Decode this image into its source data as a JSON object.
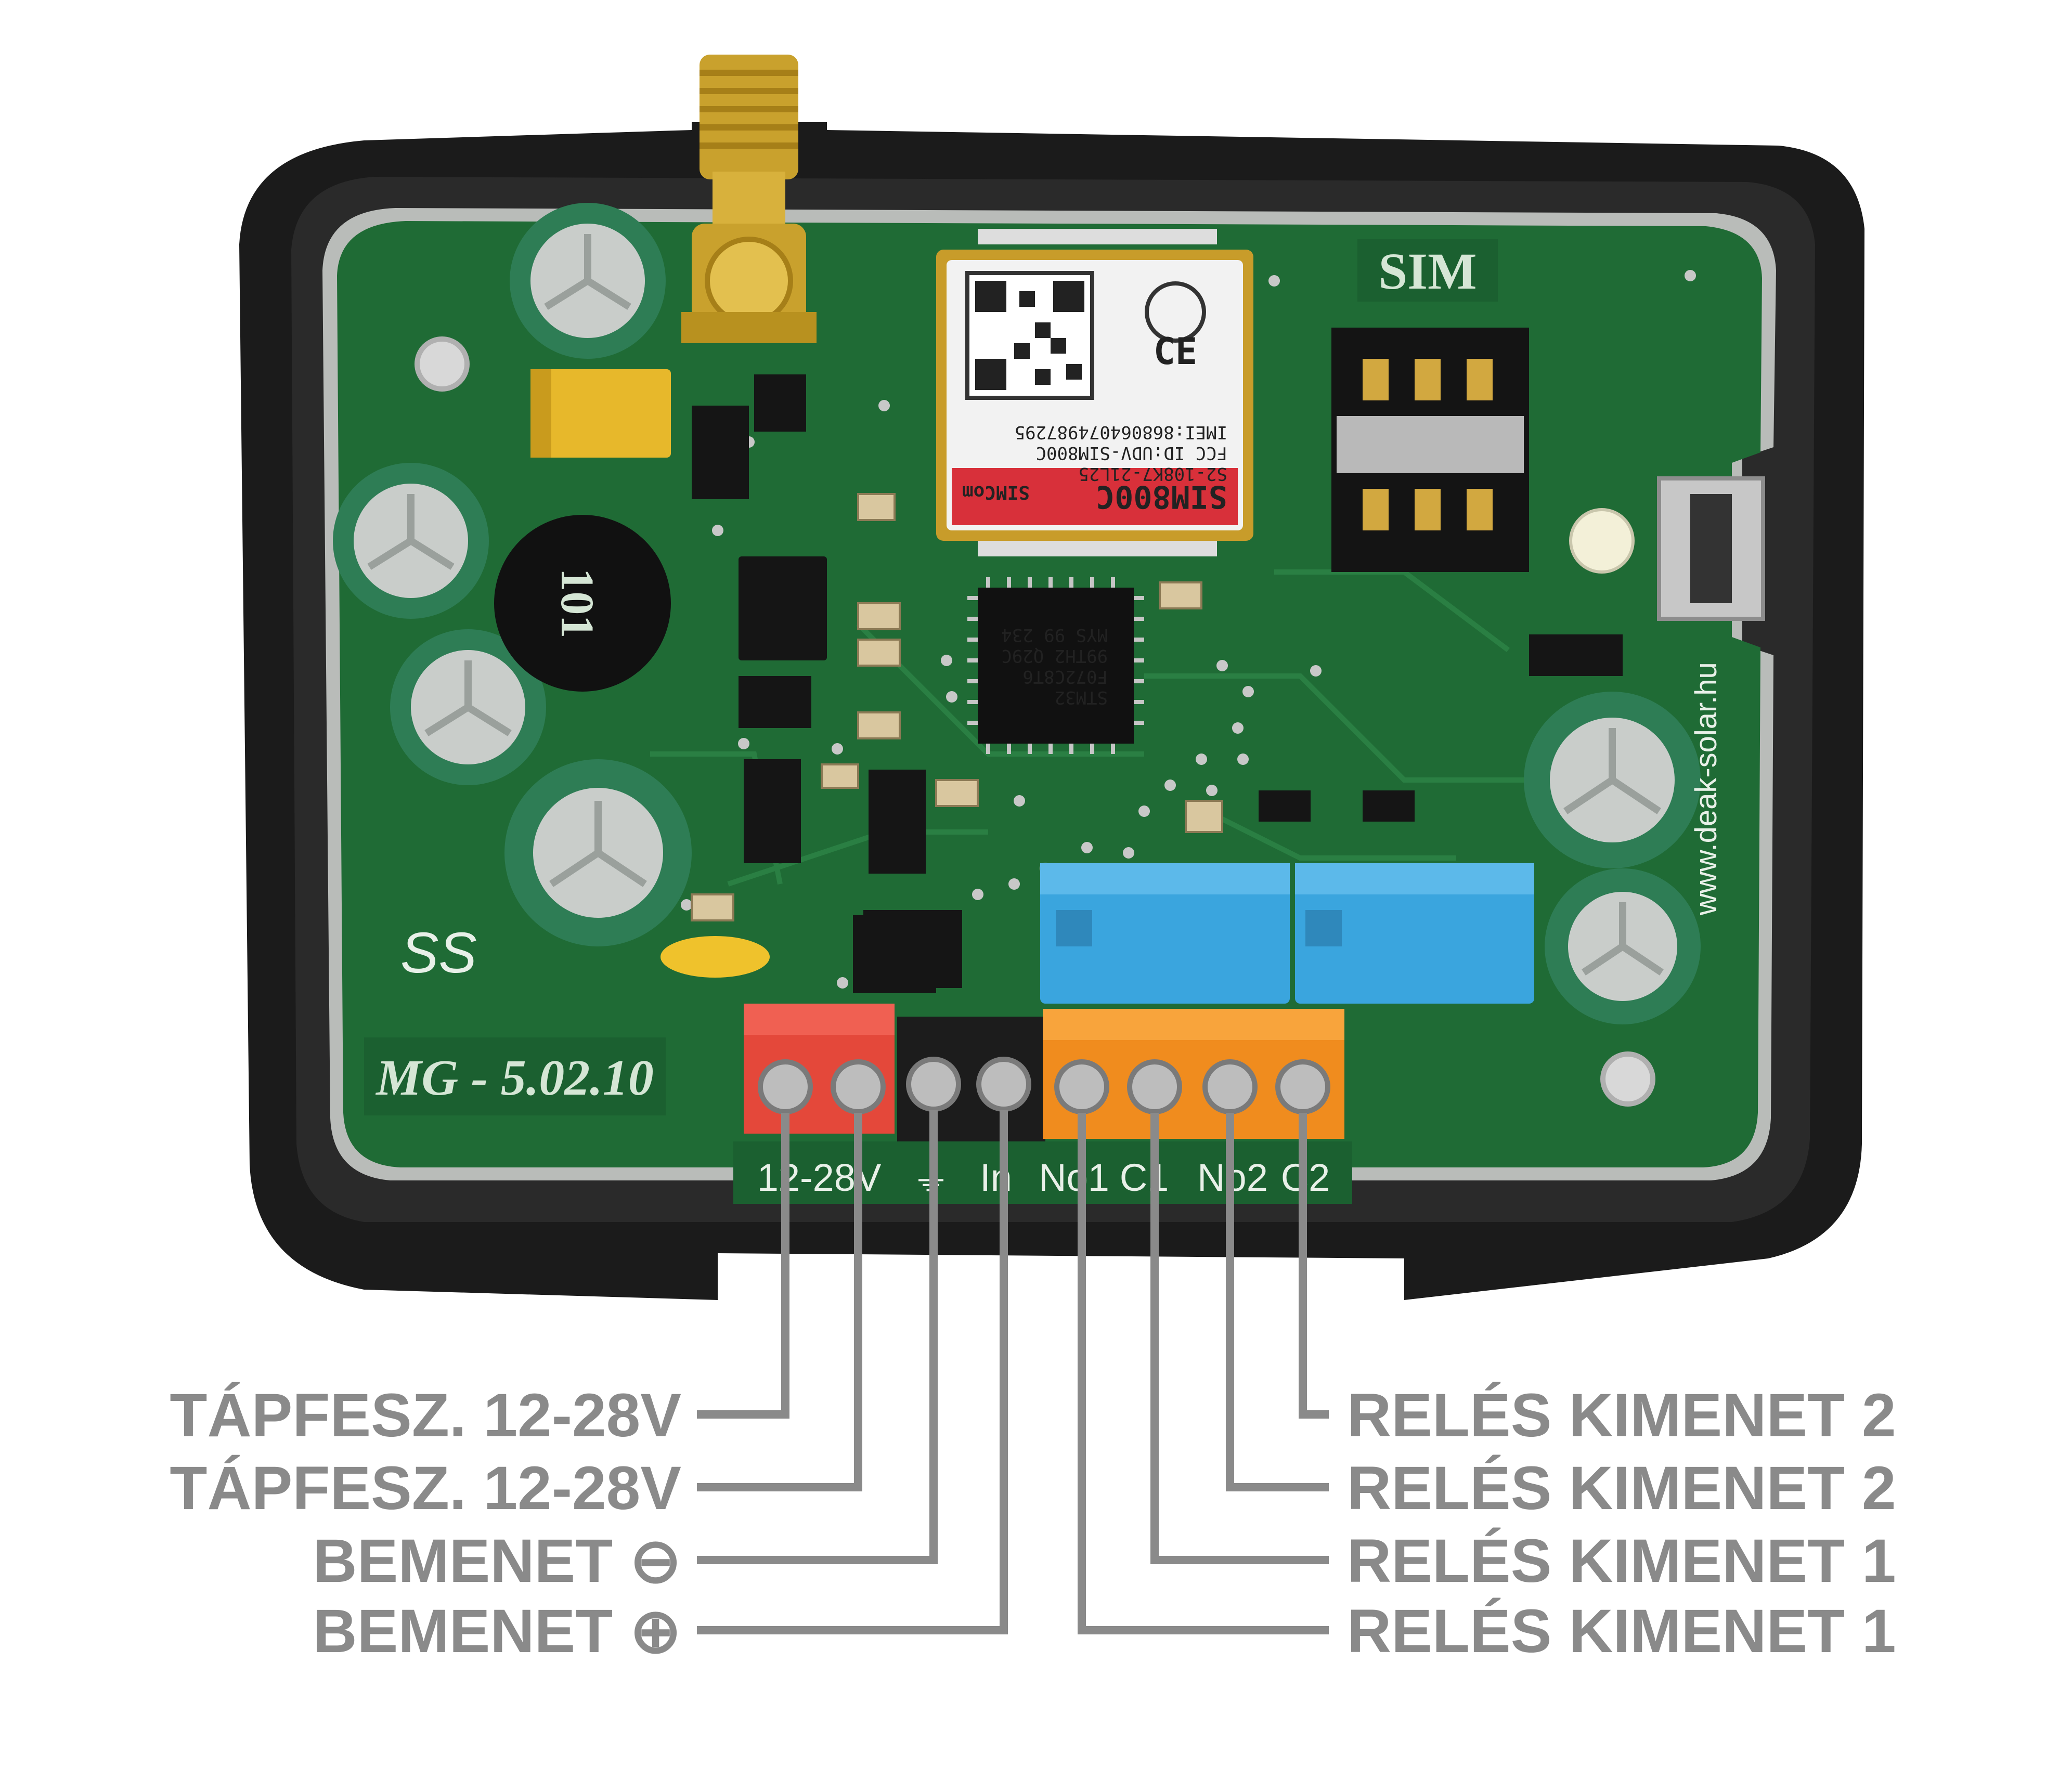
{
  "board": {
    "model_label": "MG - 5.02.10",
    "sim_label": "SIM",
    "website": "www.deak-solar.hu",
    "inductor_label": "101",
    "module": {
      "name": "SIM800C",
      "brand": "SIMCom",
      "imei_line": "IMEI:868064074987295",
      "fcc_line": "FCC ID:UDV-SIM800C",
      "code_line": "S2-108K7-21L25"
    },
    "mcu": {
      "line1": "STM32",
      "line2": "F072C8T6",
      "line3": "99TH2 Q29C",
      "line4": "MYS 99 234"
    },
    "terminal_silk": [
      "12-28V",
      "⏚",
      "In",
      "No1",
      "C1",
      "No2",
      "C2"
    ],
    "colors": {
      "pcb": "#1f6b35",
      "enclosure": "#1b1b1b",
      "terminal_red": "#e4483a",
      "terminal_black": "#1c1c1c",
      "terminal_orange": "#f08c1e",
      "relay_blue": "#3aa5de",
      "capacitor": "#2e7d55",
      "antenna_gold": "#c9a12d",
      "callout_gray": "#8a8a8a"
    }
  },
  "callouts": {
    "left": [
      "TÁPFESZ. 12-28V",
      "TÁPFESZ. 12-28V",
      "BEMENET ⊖",
      "BEMENET ⊕"
    ],
    "right": [
      "RELÉS KIMENET 2",
      "RELÉS KIMENET 2",
      "RELÉS KIMENET 1",
      "RELÉS KIMENET 1"
    ]
  }
}
